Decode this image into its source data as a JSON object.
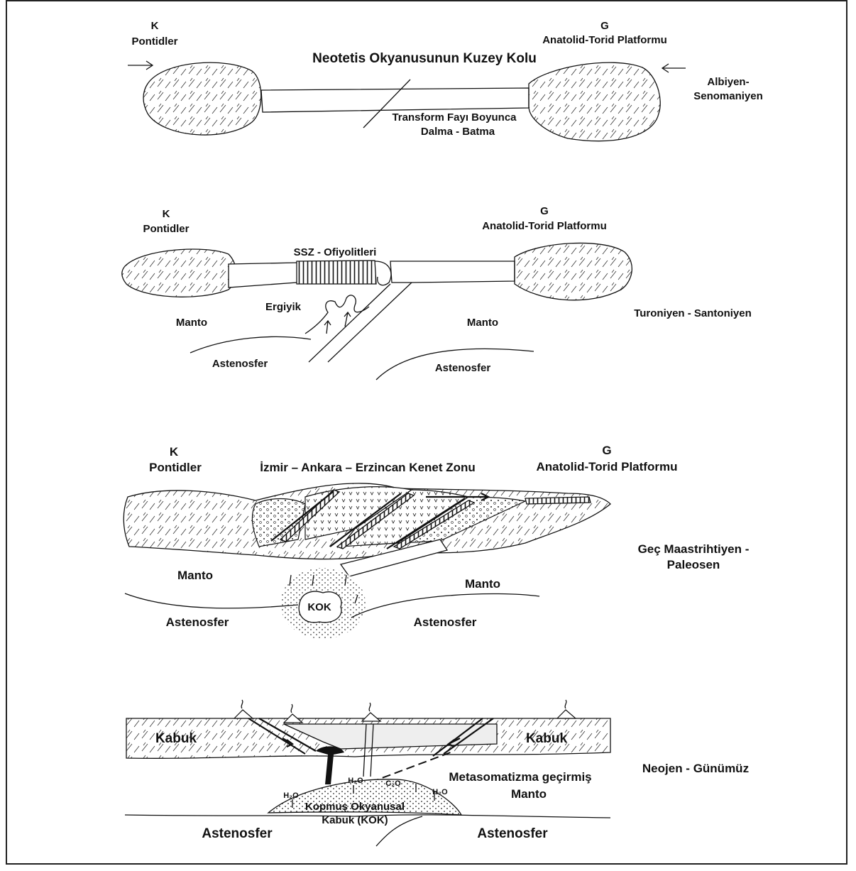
{
  "panel1": {
    "north_letter": "K",
    "north_name": "Pontidler",
    "south_letter": "G",
    "south_name": "Anatolid-Torid Platformu",
    "title": "Neotetis Okyanusunun Kuzey Kolu",
    "age_line1": "Albiyen-",
    "age_line2": "Senomaniyen",
    "label_line1": "Transform Fayı Boyunca",
    "label_line2": "Dalma - Batma"
  },
  "panel2": {
    "north_letter": "K",
    "north_name": "Pontidler",
    "south_letter": "G",
    "south_name": "Anatolid-Torid Platformu",
    "ophiolite": "SSZ - Ofiyolitleri",
    "melt": "Ergiyik",
    "mantle_left": "Manto",
    "mantle_right": "Manto",
    "astheno_left": "Astenosfer",
    "astheno_right": "Astenosfer",
    "age": "Turoniyen - Santoniyen"
  },
  "panel3": {
    "north_letter": "K",
    "north_name": "Pontidler",
    "south_letter": "G",
    "south_name": "Anatolid-Torid Platformu",
    "suture": "İzmir – Ankara – Erzincan Kenet Zonu",
    "mantle_left": "Manto",
    "mantle_right": "Manto",
    "kok": "KOK",
    "astheno_left": "Astenosfer",
    "astheno_right": "Astenosfer",
    "age_line1": "Geç Maastrihtiyen -",
    "age_line2": "Paleosen"
  },
  "panel4": {
    "crust_left": "Kabuk",
    "crust_right": "Kabuk",
    "meta_line1": "Metasomatizma geçirmiş",
    "meta_line2": "Manto",
    "h2o": "H₂O",
    "co2": "C₂O",
    "kok_line1": "Kopmuş Okyanusal",
    "kok_line2": "Kabuk (KOK)",
    "astheno_left": "Astenosfer",
    "astheno_right": "Astenosfer",
    "age": "Neojen - Günümüz"
  }
}
